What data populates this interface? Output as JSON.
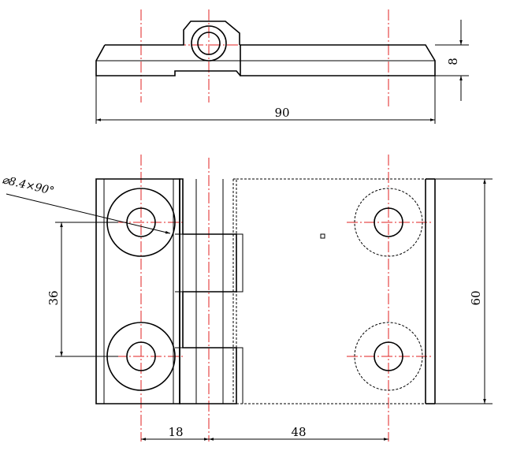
{
  "drawing": {
    "dimensions": {
      "thickness": "8",
      "overall_length": "90",
      "height": "60",
      "hole_spacing": "36",
      "left_offset": "18",
      "right_offset": "48",
      "countersink_callout": "⌀8.4×90°"
    },
    "colors": {
      "outline": "#000000",
      "centerline": "#e02020"
    }
  }
}
